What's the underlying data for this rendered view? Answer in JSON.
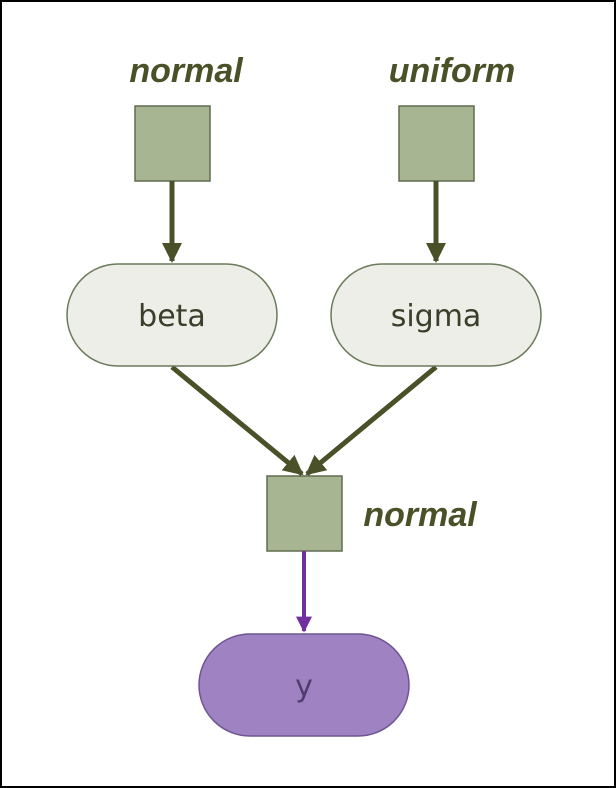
{
  "factors": {
    "beta_prior": {
      "label": "normal"
    },
    "sigma_prior": {
      "label": "uniform"
    },
    "likelihood": {
      "label": "normal"
    }
  },
  "nodes": {
    "beta": {
      "label": "beta"
    },
    "sigma": {
      "label": "sigma"
    },
    "y": {
      "label": "y"
    }
  },
  "colors": {
    "factor_fill": "#a7b592",
    "factor_stroke": "#5f6b4e",
    "latent_fill": "#eceee7",
    "latent_stroke": "#6b7a5a",
    "observed_fill": "#9f82c2",
    "observed_stroke": "#6e5591",
    "arrow_dark": "#4a5128",
    "arrow_purple": "#7030a0",
    "label_dark": "#4a5128",
    "node_text": "#3a3f2b",
    "observed_text": "#4f3d6b"
  }
}
